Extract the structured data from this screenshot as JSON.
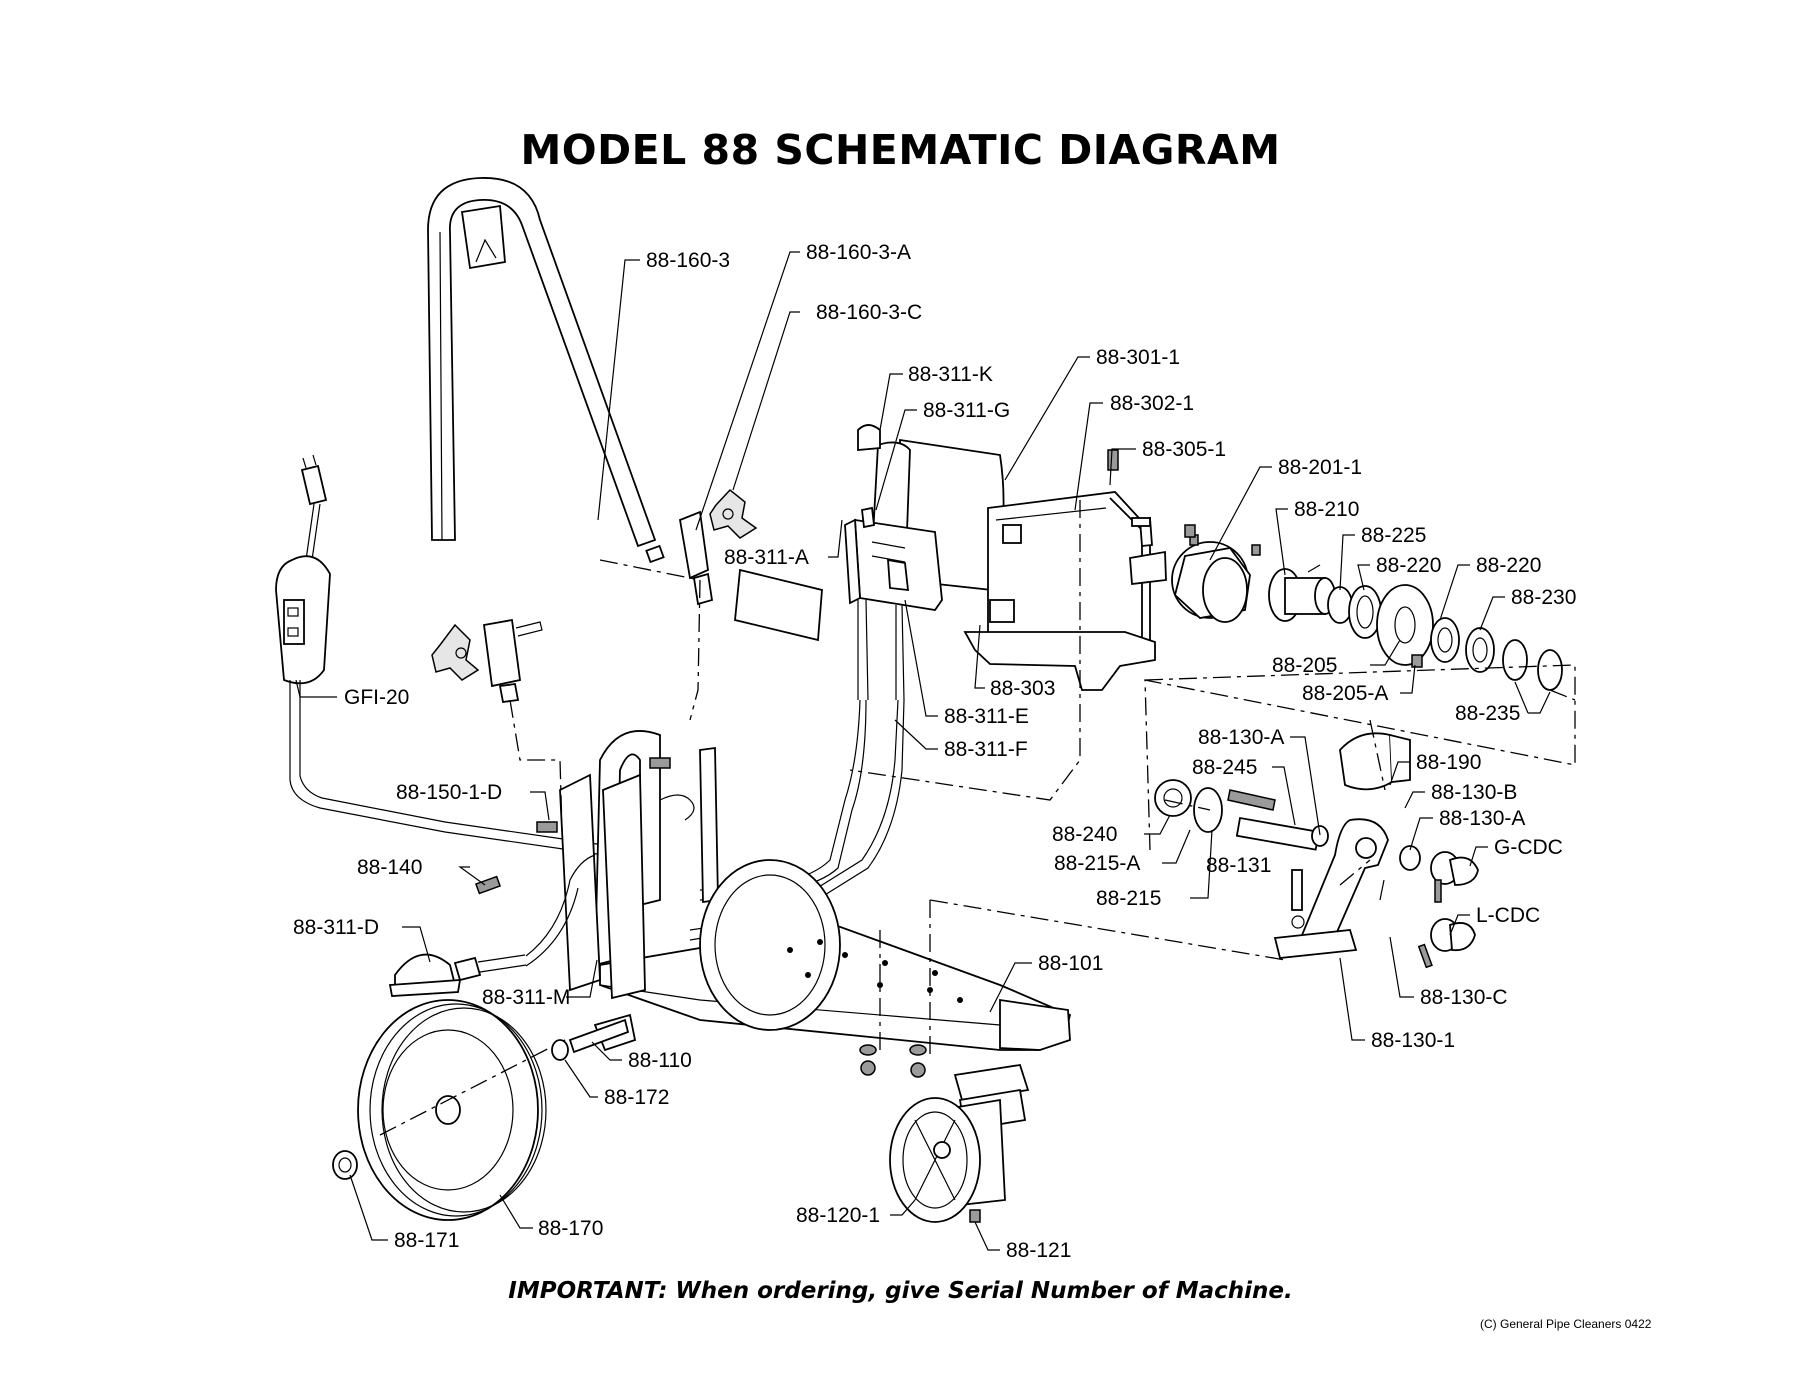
{
  "title": "MODEL 88 SCHEMATIC DIAGRAM",
  "notice": "IMPORTANT: When ordering, give Serial Number of Machine.",
  "copyright": "(C) General Pipe Cleaners 0422",
  "part_labels": [
    {
      "id": "88-160-3"
    },
    {
      "id": "88-160-3-A"
    },
    {
      "id": "88-160-3-C"
    },
    {
      "id": "88-311-K"
    },
    {
      "id": "88-311-G"
    },
    {
      "id": "88-301-1"
    },
    {
      "id": "88-302-1"
    },
    {
      "id": "88-305-1"
    },
    {
      "id": "88-201-1"
    },
    {
      "id": "88-210"
    },
    {
      "id": "88-225"
    },
    {
      "id": "88-220"
    },
    {
      "id": "88-220"
    },
    {
      "id": "88-230"
    },
    {
      "id": "88-205"
    },
    {
      "id": "88-205-A"
    },
    {
      "id": "88-235"
    },
    {
      "id": "88-311-A"
    },
    {
      "id": "88-303"
    },
    {
      "id": "88-311-E"
    },
    {
      "id": "88-311-F"
    },
    {
      "id": "GFI-20"
    },
    {
      "id": "88-130-A"
    },
    {
      "id": "88-245"
    },
    {
      "id": "88-190"
    },
    {
      "id": "88-130-B"
    },
    {
      "id": "88-130-A"
    },
    {
      "id": "G-CDC"
    },
    {
      "id": "88-240"
    },
    {
      "id": "88-215-A"
    },
    {
      "id": "88-131"
    },
    {
      "id": "88-215"
    },
    {
      "id": "L-CDC"
    },
    {
      "id": "88-150-1-D"
    },
    {
      "id": "88-140"
    },
    {
      "id": "88-311-D"
    },
    {
      "id": "88-311-M"
    },
    {
      "id": "88-101"
    },
    {
      "id": "88-130-C"
    },
    {
      "id": "88-130-1"
    },
    {
      "id": "88-110"
    },
    {
      "id": "88-172"
    },
    {
      "id": "88-170"
    },
    {
      "id": "88-171"
    },
    {
      "id": "88-120-1"
    },
    {
      "id": "88-121"
    }
  ]
}
